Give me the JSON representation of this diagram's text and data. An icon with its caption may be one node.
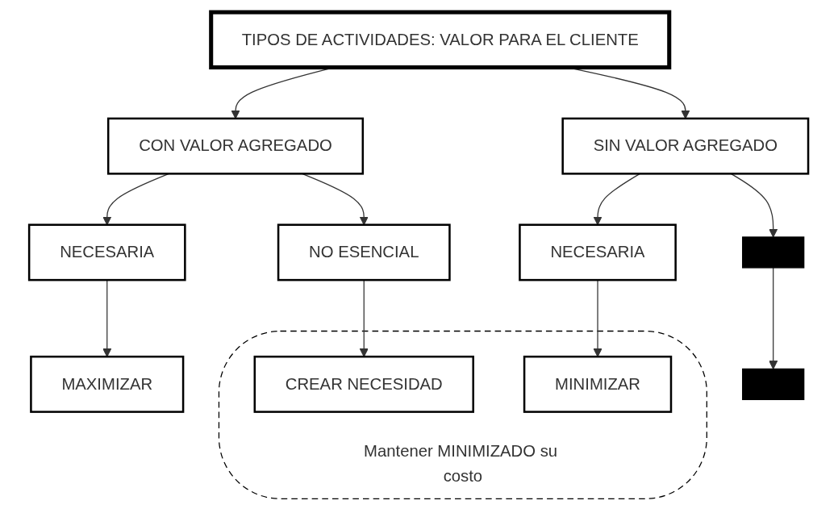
{
  "diagram": {
    "nodes": [
      {
        "text": [
          "TIPOS DE ACTIVIDADES: VALOR PARA EL CLIENTE"
        ]
      },
      {
        "text": [
          "CON VALOR AGREGADO"
        ]
      },
      {
        "text": [
          "SIN VALOR AGREGADO"
        ]
      },
      {
        "text": [
          "NECESARIA"
        ]
      },
      {
        "text": [
          "NO ESENCIAL"
        ]
      },
      {
        "text": [
          "NECESARIA"
        ]
      },
      {
        "text": [],
        "shape": "box"
      },
      {
        "text": [
          "MAXIMIZAR"
        ]
      },
      {
        "text": [
          "Mantener MINIMIZADO su costo"
        ]
      },
      {
        "text": [
          "CREAR NECESIDAD"
        ],
        "in": 8
      },
      {
        "text": [
          "MINIMIZAR"
        ],
        "in": 8
      },
      {
        "text": [],
        "shape": "box"
      }
    ],
    "edges": [
      {
        "from": 0,
        "to": 1,
        "arrow": "to"
      },
      {
        "from": 0,
        "to": 2,
        "arrow": "to"
      },
      {
        "from": 1,
        "to": 3,
        "arrow": "to"
      },
      {
        "from": 1,
        "to": 4,
        "arrow": "to"
      },
      {
        "from": 2,
        "to": 5,
        "arrow": "to"
      },
      {
        "from": 2,
        "to": 6,
        "arrow": "to"
      },
      {
        "from": 3,
        "to": 7,
        "arrow": "to"
      },
      {
        "from": 4,
        "to": 9,
        "arrow": "to"
      },
      {
        "from": 5,
        "to": 10,
        "arrow": "to"
      },
      {
        "from": 6,
        "to": 11,
        "arrow": "to"
      }
    ]
  }
}
